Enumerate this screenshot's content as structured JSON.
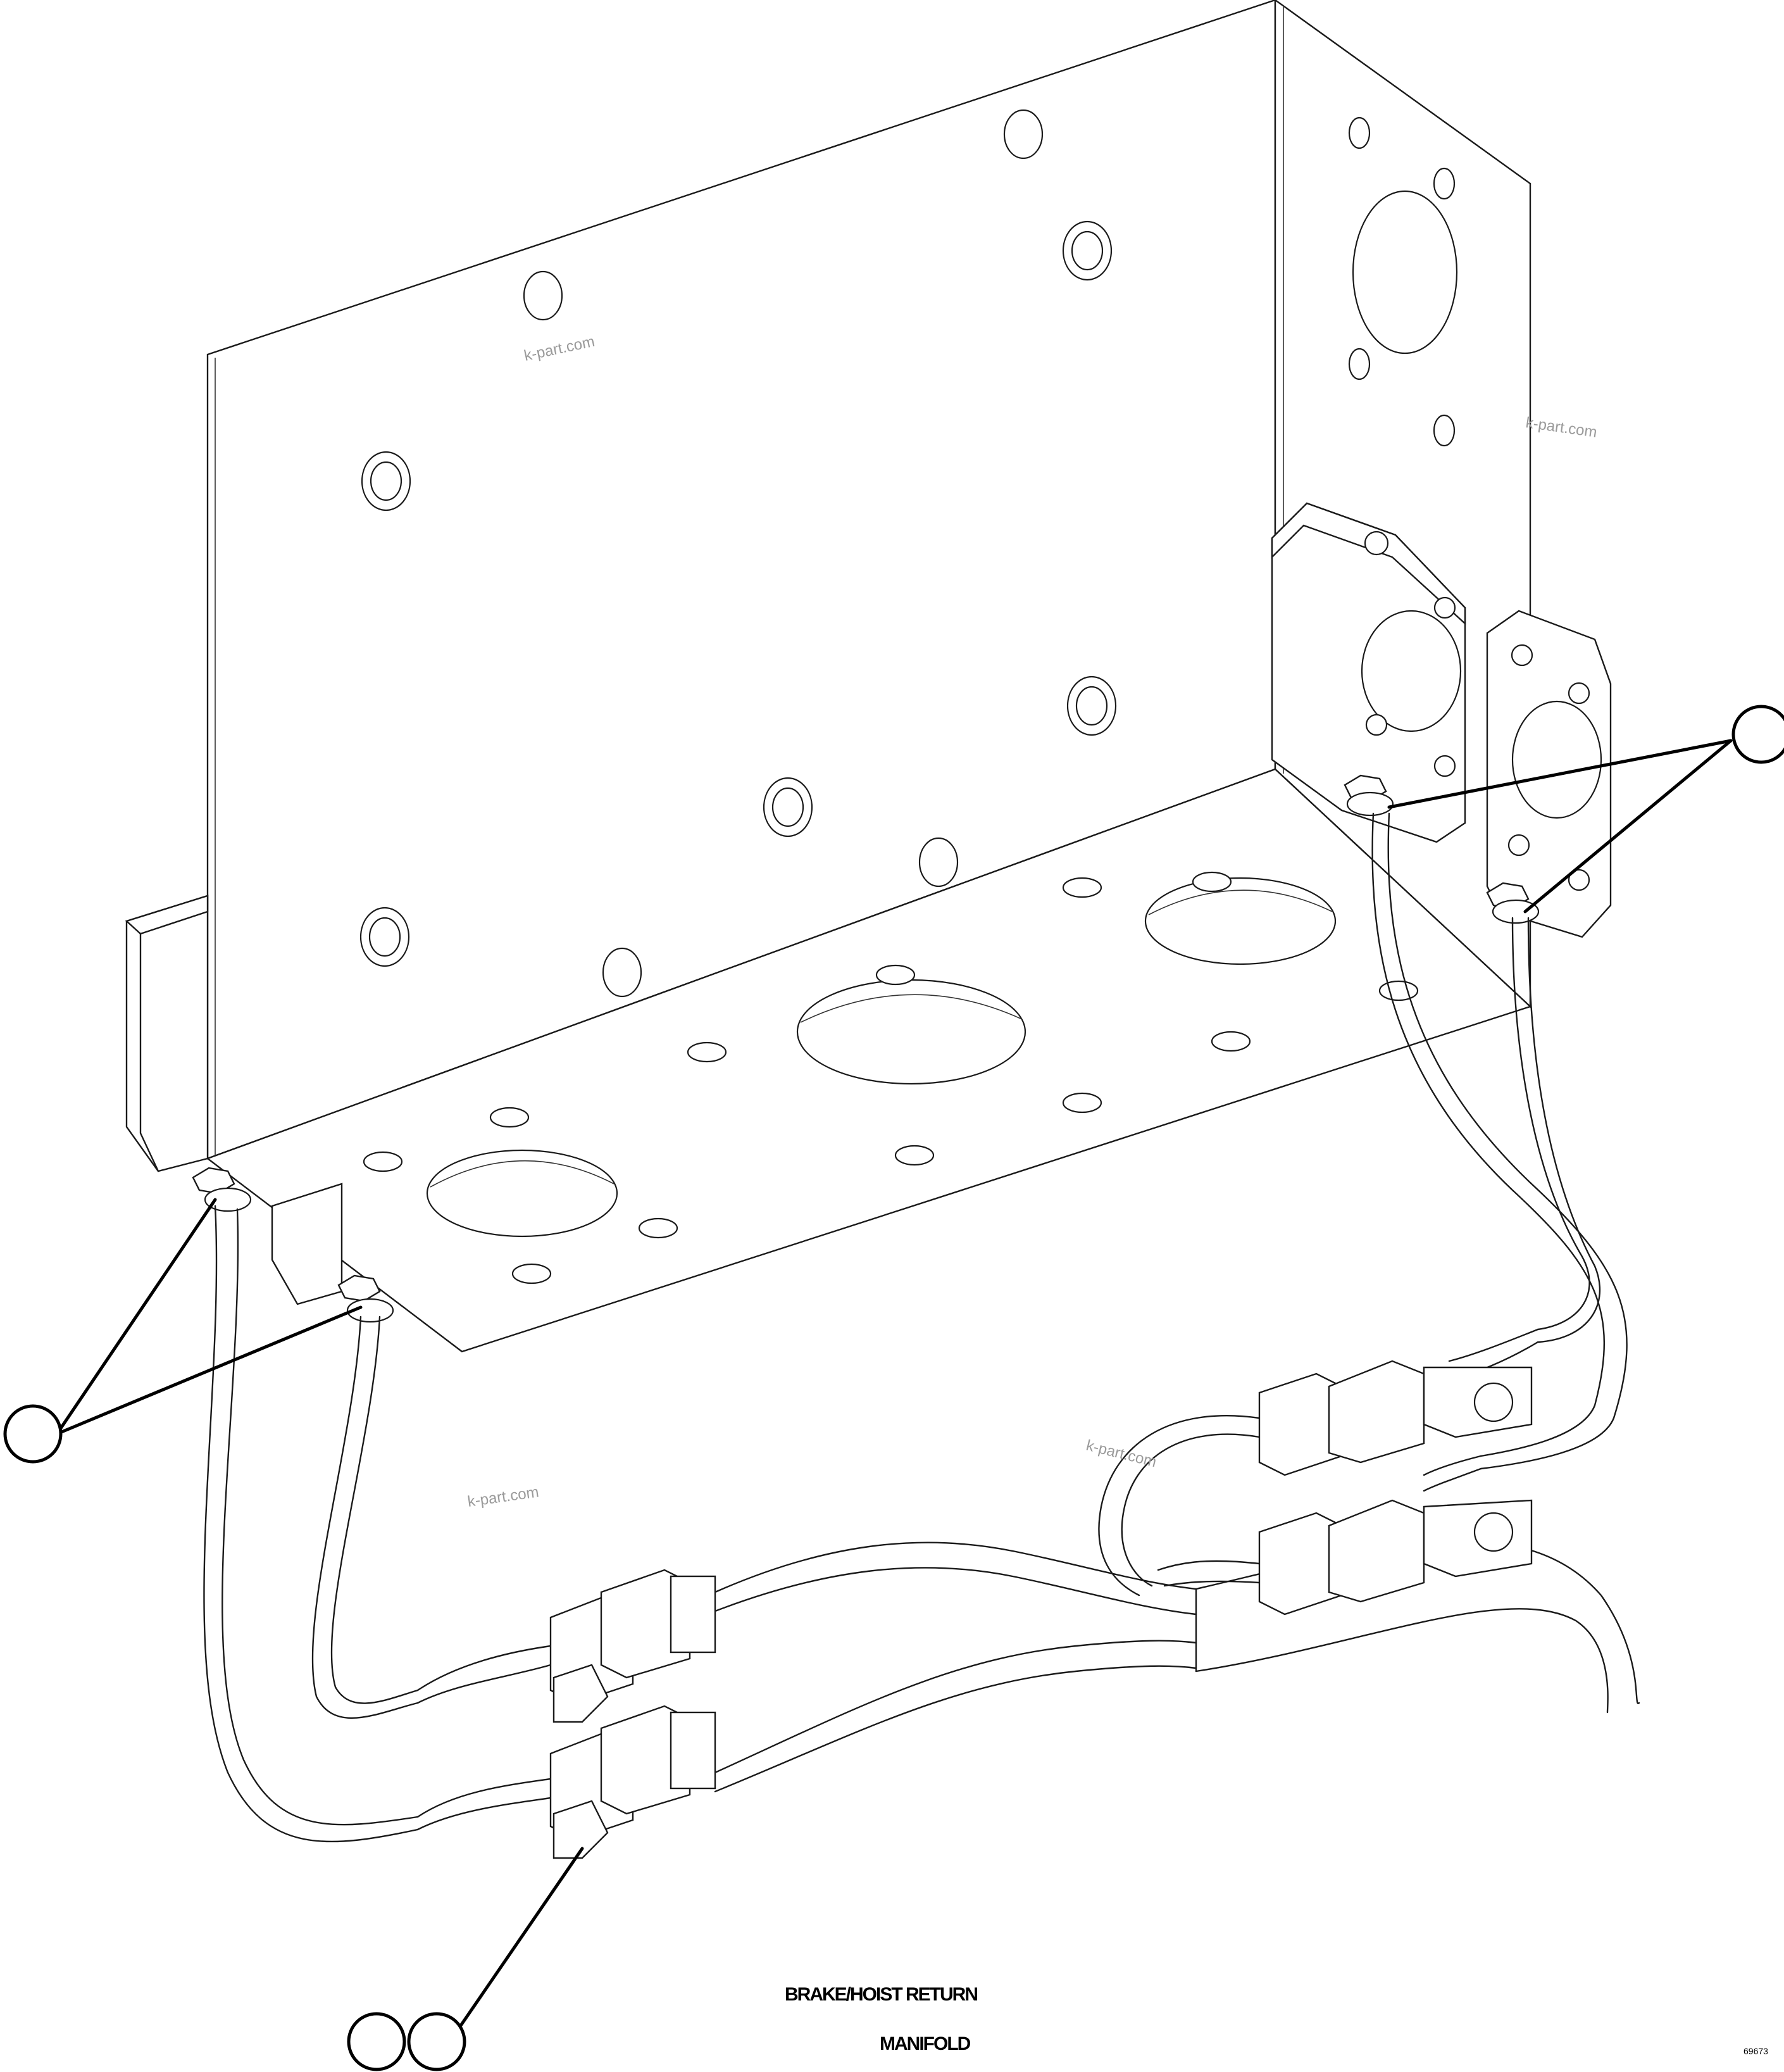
{
  "figure": {
    "label_line1": "BRAKE/HOIST RETURN",
    "label_line2": "MANIFOLD",
    "figure_number": "69673"
  },
  "watermarks": [
    "k-part.com",
    "k-part.com",
    "k-part.com",
    "k-part.com"
  ],
  "callouts": [
    {
      "name": "callout-right-pressure-switches",
      "number": ""
    },
    {
      "name": "callout-left-pressure-switches",
      "number": ""
    },
    {
      "name": "callout-bottom-a",
      "number": ""
    },
    {
      "name": "callout-bottom-b",
      "number": ""
    }
  ]
}
